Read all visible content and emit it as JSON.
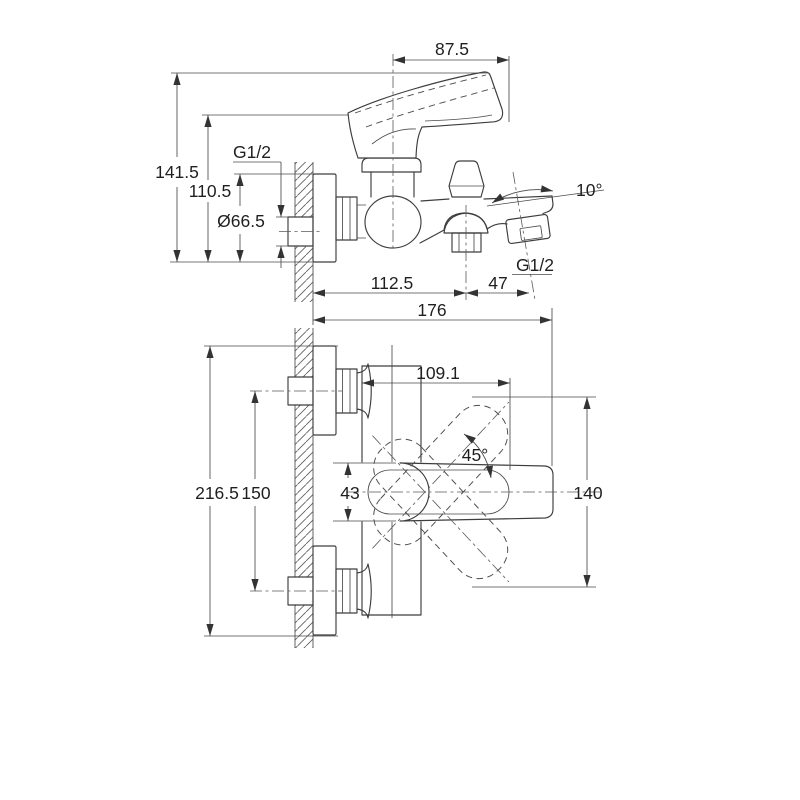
{
  "drawing": {
    "title": "Bath mixer faucet technical drawing, two views",
    "side_view": {
      "dim_handle_reach": "87.5",
      "dim_total_height": "141.5",
      "dim_height_to_handle": "110.5",
      "label_wall_thread": "G1/2",
      "dim_flange_diameter": "Ø66.5",
      "dim_spout_angle": "10°",
      "label_outlet_thread": "G1/2",
      "dim_wall_to_outlet": "112.5",
      "dim_outlet_to_spout": "47",
      "dim_total_depth": "176"
    },
    "front_view": {
      "dim_body_length": "109.1",
      "dim_handle_swing_angle": "45°",
      "dim_handle_width": "43",
      "dim_handle_span": "140",
      "dim_inlet_spacing": "150",
      "dim_total_height": "216.5"
    }
  }
}
